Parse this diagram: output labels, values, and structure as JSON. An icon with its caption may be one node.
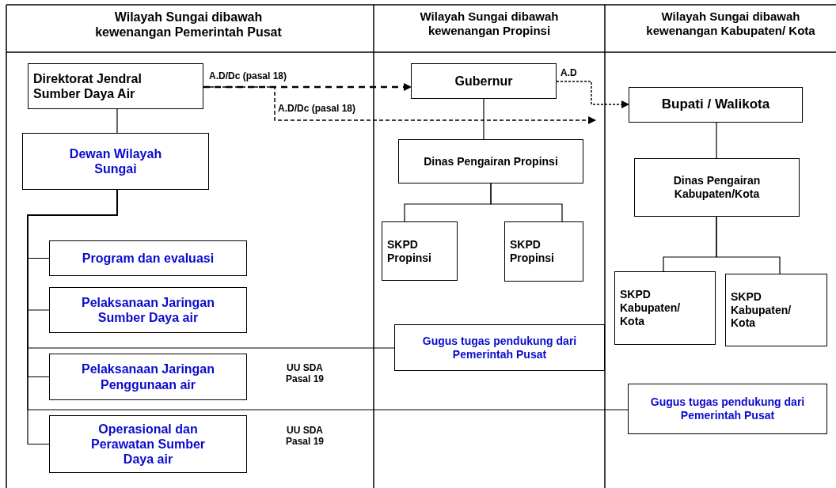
{
  "diagram": {
    "nodes": [
      {
        "text": [
          "Direktorat Jendral Sumber Daya Air"
        ]
      },
      {
        "text": [
          "Dewan Wilayah Sungai"
        ]
      },
      {
        "text": [
          "Program dan evaluasi"
        ]
      },
      {
        "text": [
          "Pelaksanaan Jaringan Sumber Daya air"
        ]
      },
      {
        "text": [
          "Pelaksanaan Jaringan Penggunaan air"
        ]
      },
      {
        "text": [
          "Operasional dan Perawatan Sumber Daya air"
        ]
      },
      {
        "text": [
          "Gubernur"
        ]
      },
      {
        "text": [
          "Dinas Pengairan Propinsi"
        ]
      },
      {
        "text": [
          "SKPD Propinsi"
        ]
      },
      {
        "text": [
          "SKPD Propinsi"
        ]
      },
      {
        "text": [
          "Gugus tugas  pendukung dari Pemerintah Pusat"
        ]
      },
      {
        "text": [
          "Bupati / Walikota"
        ]
      },
      {
        "text": [
          "Dinas Pengairan Kabupaten/Kota"
        ]
      },
      {
        "text": [
          "SKPD Kabupaten/ Kota"
        ]
      },
      {
        "text": [
          "SKPD Kabupaten/ Kota"
        ]
      },
      {
        "text": [
          "Gugus tugas  pendukung dari Pemerintah Pusat"
        ]
      }
    ],
    "edges": [
      {
        "from": 0,
        "to": 1,
        "arrow": "none"
      },
      {
        "from": 1,
        "to": 2,
        "arrow": "none"
      },
      {
        "from": 1,
        "to": 3,
        "arrow": "none"
      },
      {
        "from": 1,
        "to": 10,
        "arrow": "none"
      },
      {
        "from": 1,
        "to": 4,
        "arrow": "none"
      },
      {
        "from": 1,
        "to": 15,
        "arrow": "none"
      },
      {
        "from": 1,
        "to": 5,
        "arrow": "none"
      },
      {
        "from": 0,
        "to": 6,
        "arrow": "to",
        "label": "A.D/Dc (pasal 18)",
        "style": "dashed"
      },
      {
        "from": 0,
        "to": null,
        "arrow": "to",
        "label": "A.D/Dc (pasal 18)",
        "style": "dashed"
      },
      {
        "from": 6,
        "to": 11,
        "arrow": "to",
        "label": "A.D",
        "style": "dashed"
      },
      {
        "from": 6,
        "to": 7,
        "arrow": "none"
      },
      {
        "from": 7,
        "to": 8,
        "arrow": "none"
      },
      {
        "from": 7,
        "to": 9,
        "arrow": "none"
      },
      {
        "from": 11,
        "to": 12,
        "arrow": "none"
      },
      {
        "from": 12,
        "to": 13,
        "arrow": "none"
      },
      {
        "from": 12,
        "to": 14,
        "arrow": "none"
      }
    ],
    "labels": [
      "Wilayah Sungai dibawah kewenangan Pemerintah Pusat",
      "Wilayah Sungai dibawah kewenangan Propinsi",
      "Wilayah Sungai dibawah kewenangan Kabupaten/ Kota",
      "UU SDA Pasal 19",
      "UU SDA Pasal 19"
    ]
  }
}
